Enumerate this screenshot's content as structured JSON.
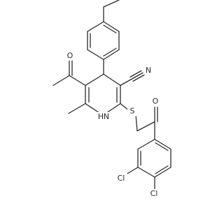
{
  "molecule": {
    "atom_labels": {
      "oxygen_acetyl": "O",
      "oxygen_ketone": "O",
      "nitrogen_nitrile": "N",
      "sulfur": "S",
      "nitrogen_ring": "N",
      "hydrogen_ring": "H",
      "chlorine_1": "Cl",
      "chlorine_2": "Cl"
    }
  },
  "colors": {
    "bond": "#2b2b2b",
    "background": "#ffffff"
  }
}
